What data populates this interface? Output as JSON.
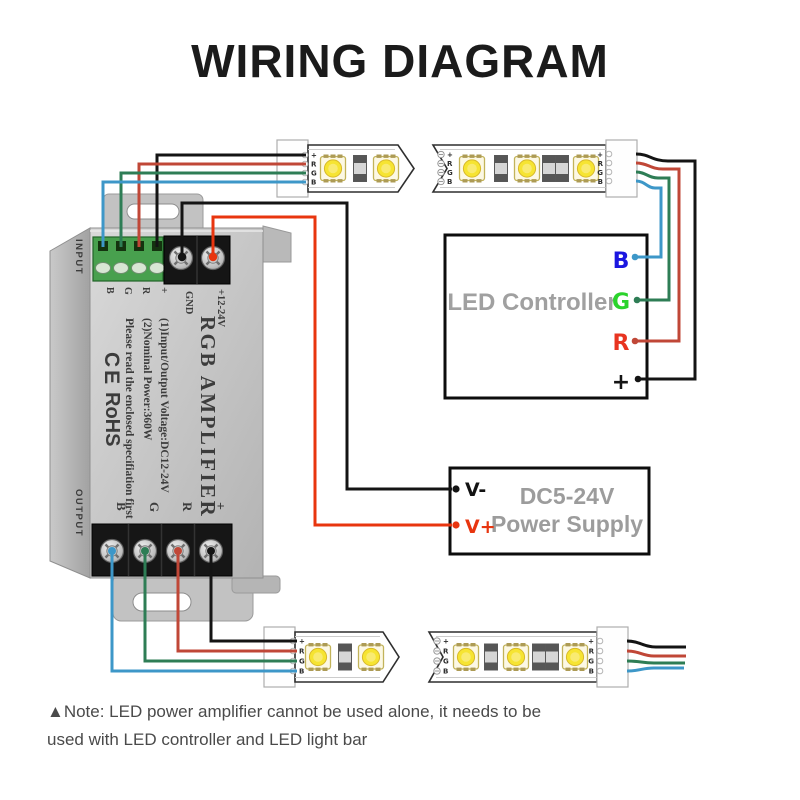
{
  "title": "WIRING DIAGRAM",
  "note": {
    "line1": "▲Note: LED power amplifier cannot be used alone, it needs to be",
    "line2": "used with LED controller and LED light bar"
  },
  "amplifier": {
    "side_top": "INPUT",
    "side_bottom": "OUTPUT",
    "input_terminals": [
      "B",
      "G",
      "R",
      "+"
    ],
    "power_terminals": [
      "GND",
      "+12-24V"
    ],
    "output_terminals": [
      "B",
      "G",
      "R",
      "+"
    ],
    "brand": "RGB AMPLIFIER",
    "spec1": "(1)Input/Output Voltage:DC12-24V",
    "spec2": "(2)Nominal Power:360W",
    "spec3": "Please read the enclosed specifiation first",
    "cert_ce": "CE",
    "cert_rohs": "RoHS"
  },
  "controller": {
    "label": "LED Controller",
    "terminals": [
      {
        "label": "B",
        "color": "#1b16e0"
      },
      {
        "label": "G",
        "color": "#2bd32c"
      },
      {
        "label": "R",
        "color": "#e83420"
      },
      {
        "label": "+",
        "color": "#141414"
      }
    ]
  },
  "power_supply": {
    "name_line1": "DC5-24V",
    "name_line2": "Power Supply",
    "negative": "V-",
    "positive": "V+"
  },
  "strip_pads": [
    "+",
    "R",
    "G",
    "B"
  ],
  "wire_colors": {
    "blue": "#3d97c8",
    "green": "#2e7d55",
    "red": "#c04737",
    "black": "#141414",
    "power_red": "#e8350f"
  }
}
